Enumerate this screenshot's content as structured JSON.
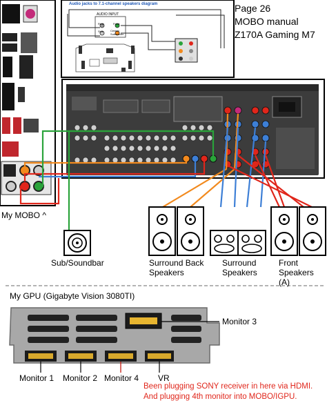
{
  "page_ref": {
    "line1": "Page 26",
    "line2": "MOBO manual",
    "line3": "Z170A Gaming M7"
  },
  "diagram_title": "Audio jacks to 7.1-channel speakers diagram",
  "audio_input": {
    "heading": "AUDIO INPUT",
    "rear": "Rear",
    "front": "Front",
    "side": "Side",
    "center": "Center/ Subwoofer"
  },
  "labels": {
    "mobo": "My MOBO ^",
    "sub": "Sub/Soundbar",
    "surround_back": "Surround Back Speakers",
    "surround": "Surround Speakers",
    "front": "Front Speakers (A)",
    "gpu_title": "My GPU (Gigabyte Vision 3080TI)",
    "monitor1": "Monitor 1",
    "monitor2": "Monitor 2",
    "monitor3": "Monitor 3",
    "monitor4": "Monitor 4",
    "vr": "VR"
  },
  "note": {
    "line1": "Been plugging SONY receiver in here via HDMI.",
    "line2": "And plugging 4th monitor into MOBO/IGPU."
  },
  "colors": {
    "orange": "#f28a1e",
    "blue": "#3d7fd6",
    "red": "#e0261b",
    "green": "#2aa33a",
    "receiver": "#3c3c3c",
    "gpu": "#a8a8a8"
  }
}
